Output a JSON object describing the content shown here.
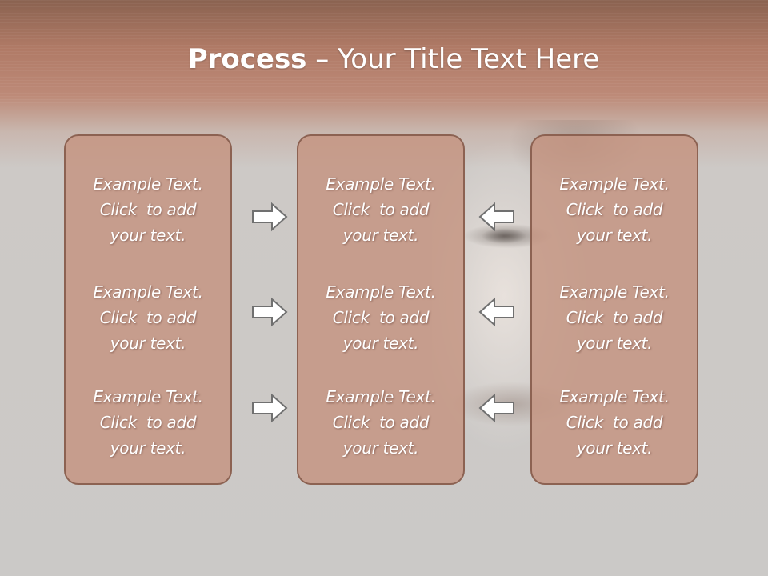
{
  "slide": {
    "title_bold": "Process",
    "title_rest": " – Your Title Text Here"
  },
  "panels": [
    {
      "blocks": [
        {
          "line1": "Example Text.",
          "line2": "Click  to add",
          "line3": "your text."
        },
        {
          "line1": "Example Text.",
          "line2": "Click  to add",
          "line3": "your text."
        },
        {
          "line1": "Example Text.",
          "line2": "Click  to add",
          "line3": "your text."
        }
      ]
    },
    {
      "blocks": [
        {
          "line1": "Example Text.",
          "line2": "Click  to add",
          "line3": "your text."
        },
        {
          "line1": "Example Text.",
          "line2": "Click  to add",
          "line3": "your text."
        },
        {
          "line1": "Example Text.",
          "line2": "Click  to add",
          "line3": "your text."
        }
      ]
    },
    {
      "blocks": [
        {
          "line1": "Example Text.",
          "line2": "Click  to add",
          "line3": "your text."
        },
        {
          "line1": "Example Text.",
          "line2": "Click  to add",
          "line3": "your text."
        },
        {
          "line1": "Example Text.",
          "line2": "Click  to add",
          "line3": "your text."
        }
      ]
    }
  ],
  "arrows": {
    "left_column": "arrow-right-icon",
    "right_column": "arrow-left-icon"
  },
  "colors": {
    "banner": "#b07a66",
    "panel_fill": "#c49480",
    "panel_border": "#8c6252",
    "arrow_stroke": "#6f6f6f",
    "arrow_fill": "#ffffff"
  }
}
